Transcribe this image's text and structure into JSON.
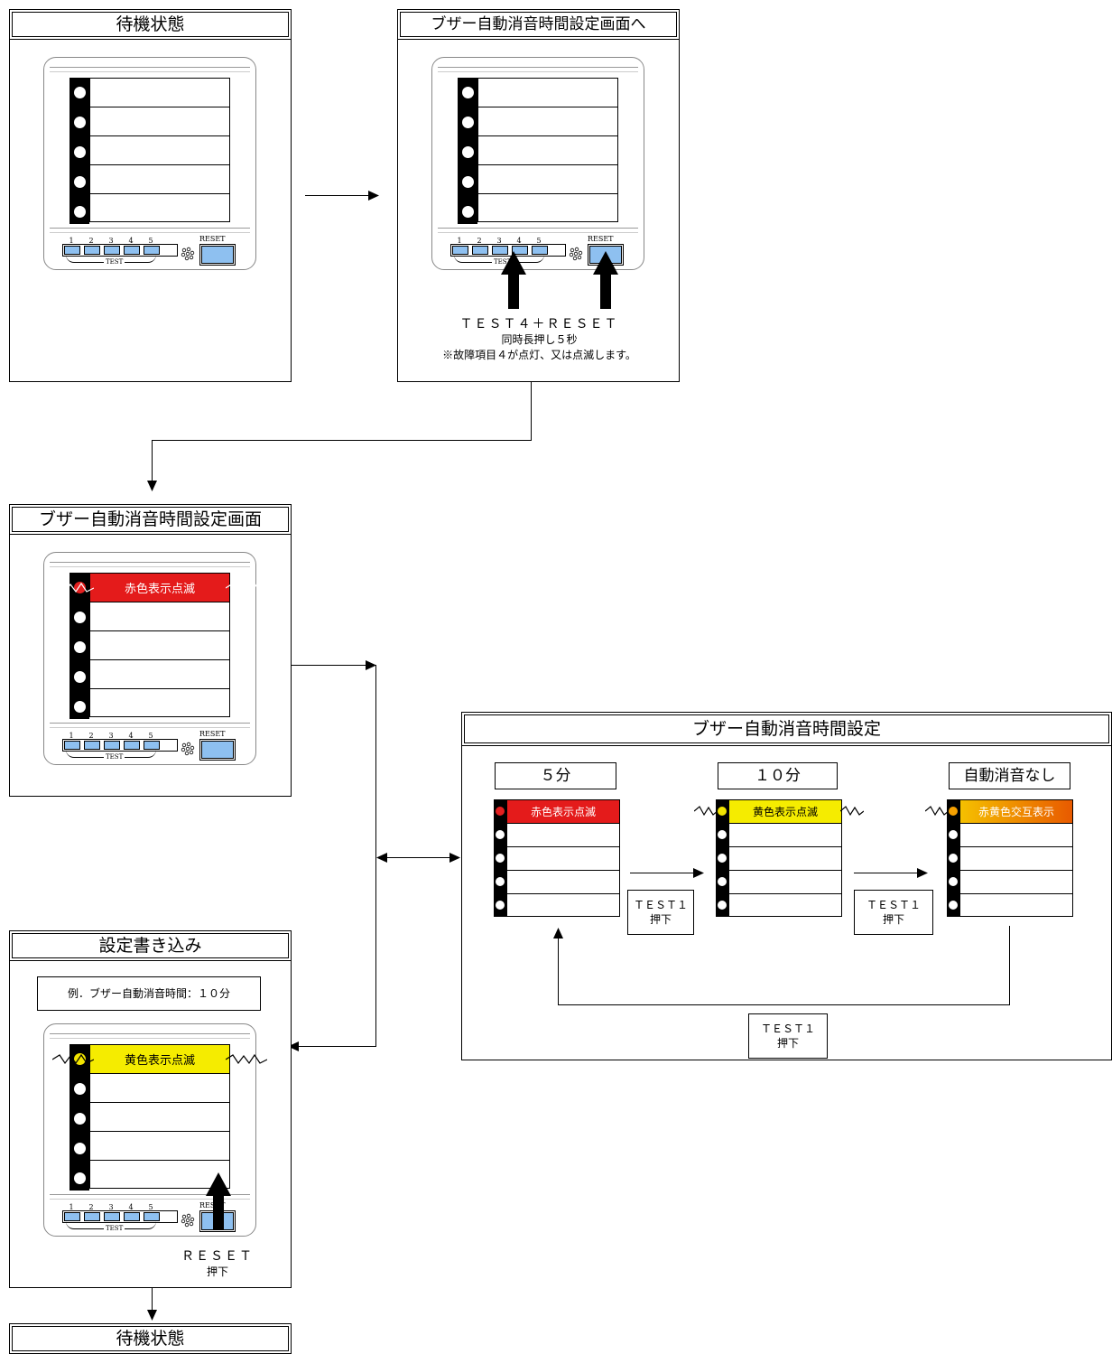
{
  "states": {
    "standby_top": "待機状態",
    "to_setting": "ブザー自動消音時間設定画面へ",
    "setting_screen": "ブザー自動消音時間設定画面",
    "write": "設定書き込み",
    "standby_bottom": "待機状態",
    "setting": "ブザー自動消音時間設定"
  },
  "panel": {
    "test_numbers": [
      "1",
      "2",
      "3",
      "4",
      "5"
    ],
    "test_label": "TEST",
    "reset_label": "RESET"
  },
  "instructions": {
    "combo": "ＴＥＳＴ４＋ＲＥＳＥＴ",
    "hold": "同時長押し５秒",
    "note": "※故障項目４が点灯、又は点滅します。"
  },
  "indicators": {
    "red_blink": "赤色表示点滅",
    "yellow_blink": "黄色表示点滅",
    "alternate": "赤黄色交互表示"
  },
  "options": {
    "five_min": "５分",
    "ten_min": "１０分",
    "none": "自動消音なし"
  },
  "steps": {
    "test1": "ＴＥＳＴ１",
    "press": "押下",
    "reset": "ＲＥＳＥＴ"
  },
  "example": "例．ブザー自動消音時間：１０分",
  "colors": {
    "red": "#e41b1b",
    "yellow": "#f5ec00",
    "button_blue": "#8ec0f0"
  }
}
